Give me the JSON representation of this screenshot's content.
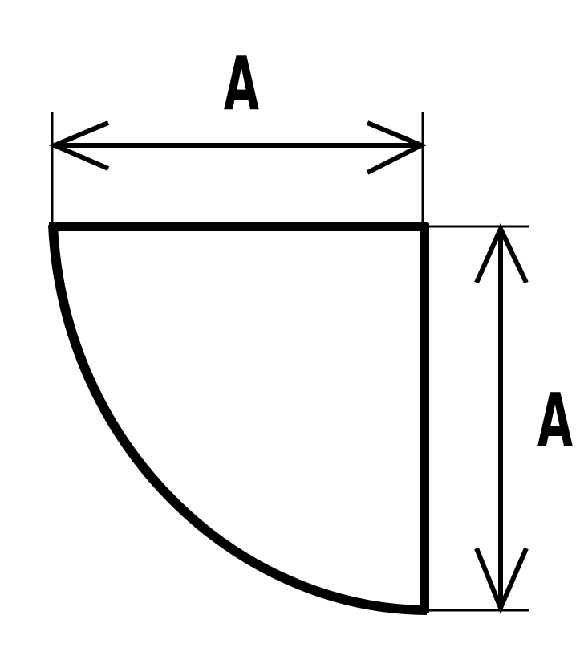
{
  "diagram": {
    "shape": "quarter-circle",
    "dimensions": {
      "width_label": "A",
      "height_label": "A"
    },
    "colors": {
      "stroke": "#000000",
      "background": "#ffffff"
    }
  }
}
